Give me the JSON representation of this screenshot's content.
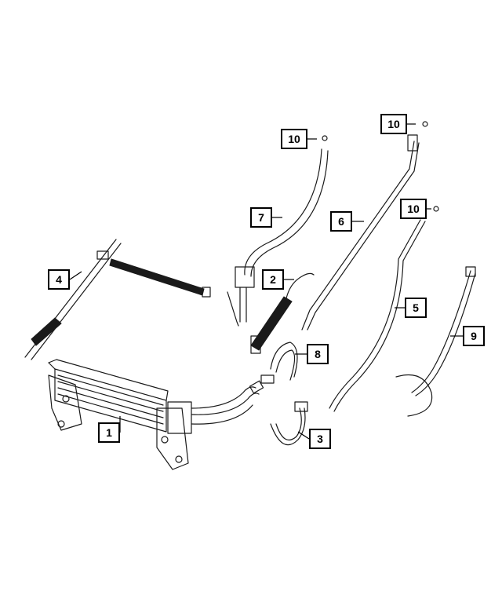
{
  "callouts": [
    {
      "id": "c1",
      "label": "1"
    },
    {
      "id": "c2",
      "label": "2"
    },
    {
      "id": "c3",
      "label": "3"
    },
    {
      "id": "c4",
      "label": "4"
    },
    {
      "id": "c5",
      "label": "5"
    },
    {
      "id": "c6",
      "label": "6"
    },
    {
      "id": "c7",
      "label": "7"
    },
    {
      "id": "c8",
      "label": "8"
    },
    {
      "id": "c9",
      "label": "9"
    },
    {
      "id": "c10a",
      "label": "10"
    },
    {
      "id": "c10b",
      "label": "10"
    },
    {
      "id": "c10c",
      "label": "10"
    }
  ]
}
